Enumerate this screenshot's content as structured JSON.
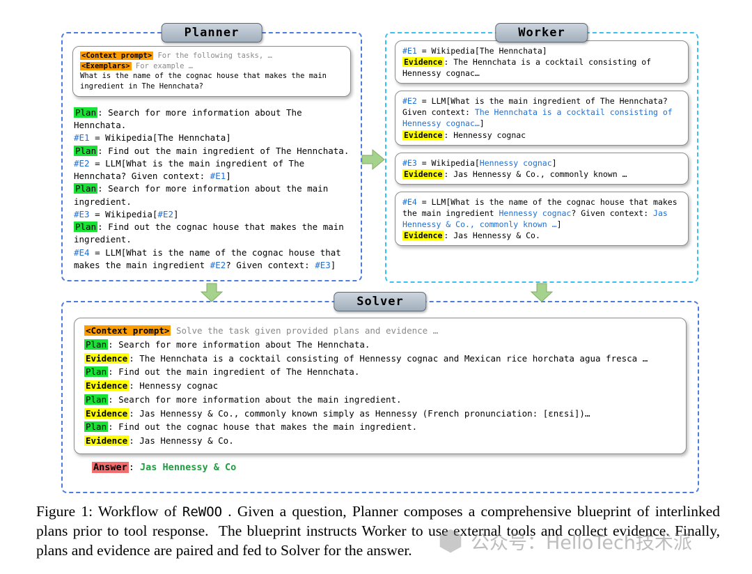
{
  "planner": {
    "title": "Planner",
    "context_box": [
      [
        {
          "t": "<Context prompt>",
          "s": "orange"
        },
        {
          "t": " ",
          "s": "plain"
        },
        {
          "t": "For the following tasks, …",
          "s": "gray"
        }
      ],
      [
        {
          "t": "<Exemplars>",
          "s": "orange"
        },
        {
          "t": " ",
          "s": "plain"
        },
        {
          "t": "For example …",
          "s": "gray"
        }
      ],
      [
        {
          "t": "What is the name of the cognac house that makes the main ingredient in The Hennchata?",
          "s": "plain"
        }
      ]
    ],
    "plan": [
      [
        {
          "t": "Plan",
          "s": "green"
        },
        {
          "t": ": Search for more information about The Hennchata.",
          "s": "plain"
        }
      ],
      [
        {
          "t": "#E1",
          "s": "blue"
        },
        {
          "t": " = Wikipedia[The Hennchata]",
          "s": "plain"
        }
      ],
      [
        {
          "t": "Plan",
          "s": "green"
        },
        {
          "t": ": Find out the main ingredient of The Hennchata.",
          "s": "plain"
        }
      ],
      [
        {
          "t": "#E2",
          "s": "blue"
        },
        {
          "t": " = LLM[What is the main ingredient of The Hennchata? Given context: ",
          "s": "plain"
        },
        {
          "t": "#E1",
          "s": "blue"
        },
        {
          "t": "]",
          "s": "plain"
        }
      ],
      [
        {
          "t": "Plan",
          "s": "green"
        },
        {
          "t": ": Search for more information about the main ingredient.",
          "s": "plain"
        }
      ],
      [
        {
          "t": "#E3",
          "s": "blue"
        },
        {
          "t": " = Wikipedia[",
          "s": "plain"
        },
        {
          "t": "#E2",
          "s": "blue"
        },
        {
          "t": "]",
          "s": "plain"
        }
      ],
      [
        {
          "t": "Plan",
          "s": "green"
        },
        {
          "t": ": Find out the cognac house that makes the main ingredient.",
          "s": "plain"
        }
      ],
      [
        {
          "t": "#E4",
          "s": "blue"
        },
        {
          "t": " = LLM[What is the name of the cognac house that makes the main ingredient ",
          "s": "plain"
        },
        {
          "t": "#E2",
          "s": "blue"
        },
        {
          "t": "? Given context: ",
          "s": "plain"
        },
        {
          "t": "#E3",
          "s": "blue"
        },
        {
          "t": "]",
          "s": "plain"
        }
      ]
    ]
  },
  "worker": {
    "title": "Worker",
    "boxes": [
      [
        [
          {
            "t": "#E1",
            "s": "blue"
          },
          {
            "t": " = Wikipedia[The Hennchata]",
            "s": "plain"
          }
        ],
        [
          {
            "t": "Evidence",
            "s": "yellow"
          },
          {
            "t": ": The Hennchata is a cocktail consisting of Hennessy cognac…",
            "s": "plain"
          }
        ]
      ],
      [
        [
          {
            "t": "#E2",
            "s": "blue"
          },
          {
            "t": " = LLM[What is the main ingredient of The Hennchata? Given context: ",
            "s": "plain"
          },
          {
            "t": "The Hennchata is a cocktail consisting of Hennessy cognac…",
            "s": "blue"
          },
          {
            "t": "]",
            "s": "plain"
          }
        ],
        [
          {
            "t": "Evidence",
            "s": "yellow"
          },
          {
            "t": ": Hennessy cognac",
            "s": "plain"
          }
        ]
      ],
      [
        [
          {
            "t": "#E3",
            "s": "blue"
          },
          {
            "t": " = Wikipedia[",
            "s": "plain"
          },
          {
            "t": "Hennessy cognac",
            "s": "blue"
          },
          {
            "t": "]",
            "s": "plain"
          }
        ],
        [
          {
            "t": "Evidence",
            "s": "yellow"
          },
          {
            "t": ": Jas Hennessy & Co., commonly known …",
            "s": "plain"
          }
        ]
      ],
      [
        [
          {
            "t": "#E4",
            "s": "blue"
          },
          {
            "t": " = LLM[What is the name of the cognac house that makes the main ingredient ",
            "s": "plain"
          },
          {
            "t": "Hennessy cognac",
            "s": "blue"
          },
          {
            "t": "? Given context: ",
            "s": "plain"
          },
          {
            "t": "Jas Hennessy & Co., commonly known …",
            "s": "blue"
          },
          {
            "t": "]",
            "s": "plain"
          }
        ],
        [
          {
            "t": "Evidence",
            "s": "yellow"
          },
          {
            "t": ": Jas Hennessy & Co.",
            "s": "plain"
          }
        ]
      ]
    ]
  },
  "solver": {
    "title": "Solver",
    "box": [
      [
        {
          "t": "<Context prompt>",
          "s": "orange"
        },
        {
          "t": " ",
          "s": "plain"
        },
        {
          "t": "Solve the task given provided plans and evidence …",
          "s": "gray"
        }
      ],
      [
        {
          "t": "Plan",
          "s": "green"
        },
        {
          "t": ": Search for more information about The Hennchata.",
          "s": "plain"
        }
      ],
      [
        {
          "t": "Evidence",
          "s": "yellow"
        },
        {
          "t": ": The Hennchata is a cocktail consisting of Hennessy cognac and Mexican rice horchata agua fresca …",
          "s": "plain"
        }
      ],
      [
        {
          "t": "Plan",
          "s": "green"
        },
        {
          "t": ": Find out the main ingredient of The Hennchata.",
          "s": "plain"
        }
      ],
      [
        {
          "t": "Evidence",
          "s": "yellow"
        },
        {
          "t": ": Hennessy cognac",
          "s": "plain"
        }
      ],
      [
        {
          "t": "Plan",
          "s": "green"
        },
        {
          "t": ": Search for more information about the main ingredient.",
          "s": "plain"
        }
      ],
      [
        {
          "t": "Evidence",
          "s": "yellow"
        },
        {
          "t": ": Jas Hennessy & Co., commonly known simply as Hennessy (French pronunciation: [ɛnɛsi])…",
          "s": "plain"
        }
      ],
      [
        {
          "t": "Plan",
          "s": "green"
        },
        {
          "t": ": Find out the cognac house that makes the main ingredient.",
          "s": "plain"
        }
      ],
      [
        {
          "t": "Evidence",
          "s": "yellow"
        },
        {
          "t": ": Jas Hennessy & Co.",
          "s": "plain"
        }
      ]
    ],
    "answer": [
      [
        {
          "t": "Answer",
          "s": "red"
        },
        {
          "t": ": ",
          "s": "plain"
        },
        {
          "t": "Jas Hennessy & Co",
          "s": "ansgreen"
        }
      ]
    ]
  },
  "caption": [
    [
      {
        "t": "Figure 1: Workflow of ",
        "s": "plain"
      },
      {
        "t": "ReWOO",
        "s": "mono"
      },
      {
        "t": " . Given a question, Planner composes a comprehensive blueprint of interlinked plans prior to tool response.  The blueprint instructs Worker to use external tools and collect evidence. Finally, plans and evidence are paired and fed to Solver for the answer.",
        "s": "plain"
      }
    ]
  ],
  "watermark": {
    "text": "公众号：HelloTech技术派"
  },
  "colors": {
    "planner_border": "#4a7ae0",
    "worker_border": "#38c0f0",
    "solver_border": "#4a7ae0",
    "arrow_fill": "#a5d28c",
    "highlight_orange": "#ff9d00",
    "highlight_green": "#17e235",
    "highlight_yellow": "#ffff00",
    "highlight_red": "#f26d6d",
    "blue_text": "#1f6fd4",
    "answer_green": "#1f9d3f"
  }
}
